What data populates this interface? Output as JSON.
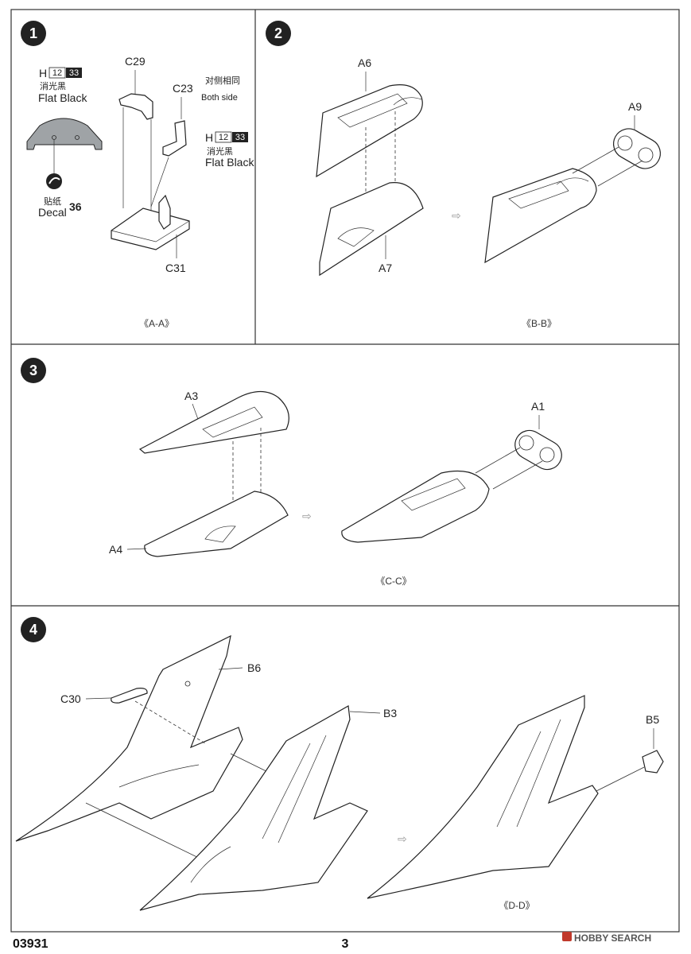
{
  "footer": {
    "code": "03931",
    "page": "3",
    "watermark": "HOBBY SEARCH"
  },
  "steps": [
    {
      "number": "1",
      "parts": [
        "C29",
        "C23",
        "C31"
      ],
      "paint_top": {
        "code": "H",
        "n1": "12",
        "n2": "33",
        "name_cn": "消光黑",
        "name_en": "Flat Black"
      },
      "paint_seat": {
        "code": "H",
        "n1": "12",
        "n2": "33",
        "name_cn": "消光黑",
        "name_en": "Flat Black"
      },
      "both_side_cn": "对侧相同",
      "both_side_en": "Both side",
      "decal_cn": "贴纸",
      "decal_en": "Decal",
      "decal_num": "36",
      "caption": "《A-A》"
    },
    {
      "number": "2",
      "parts": [
        "A6",
        "A7",
        "A9"
      ],
      "caption": "《B-B》"
    },
    {
      "number": "3",
      "parts": [
        "A3",
        "A4",
        "A1"
      ],
      "caption": "《C-C》"
    },
    {
      "number": "4",
      "parts": [
        "B6",
        "C30",
        "B3",
        "B5"
      ],
      "caption": "《D-D》"
    }
  ]
}
